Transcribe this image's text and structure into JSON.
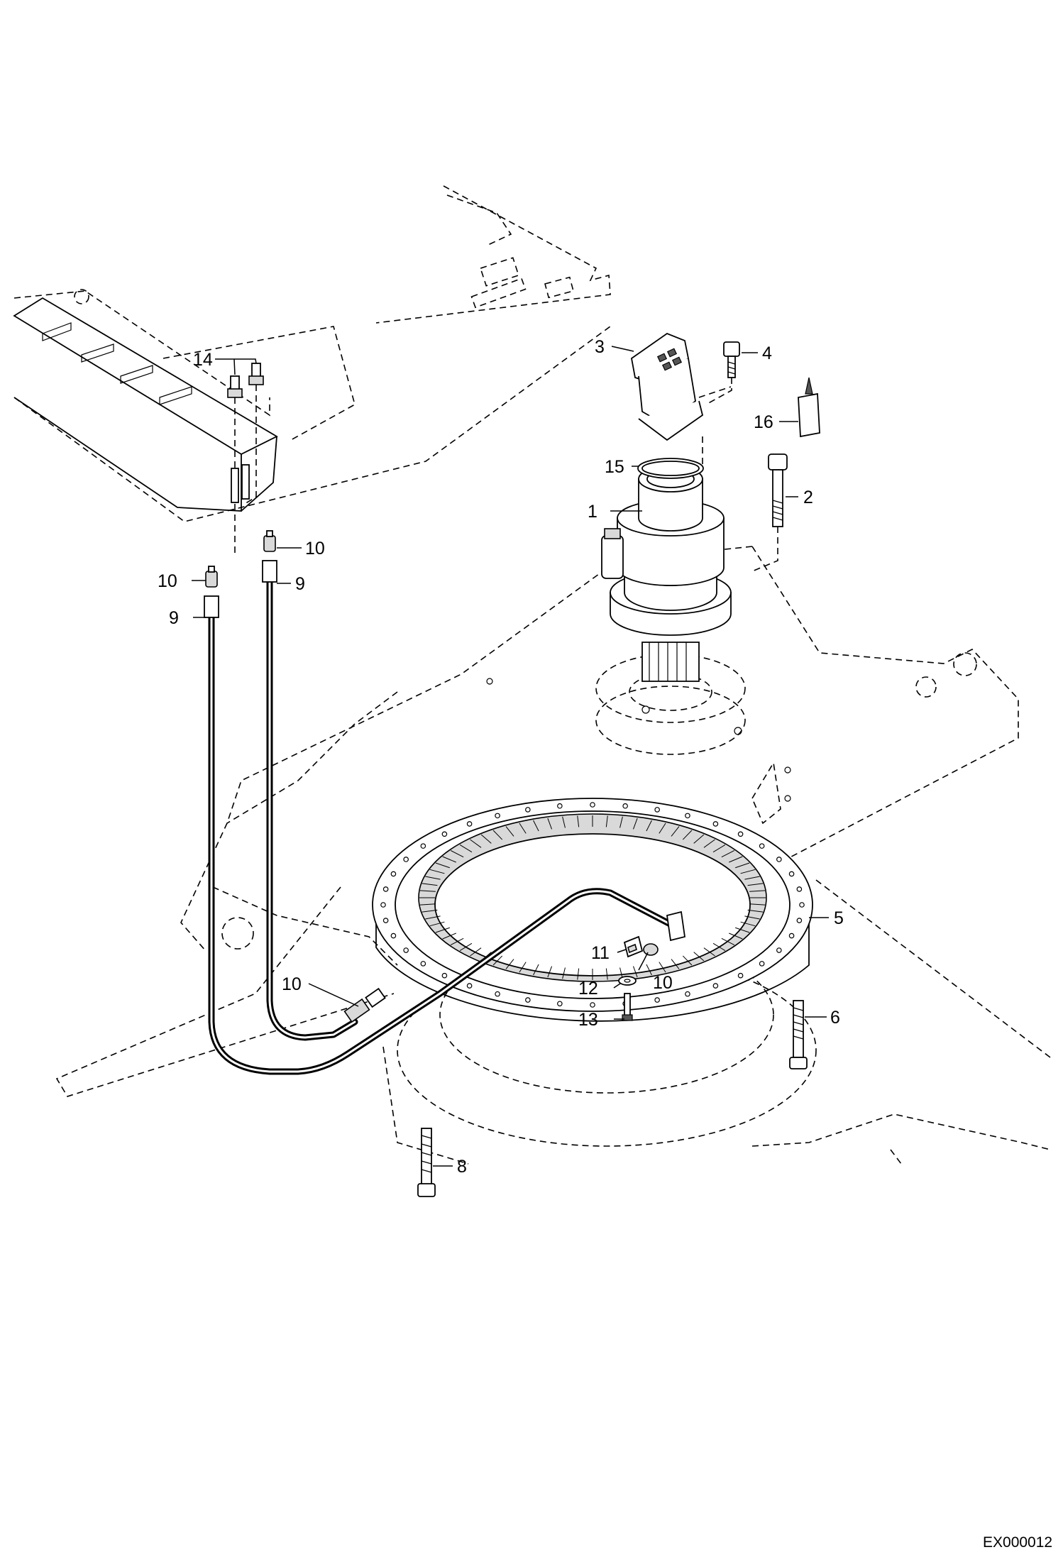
{
  "diagram": {
    "drawing_id": "EX000012",
    "callouts": [
      {
        "id": "c1",
        "label": "1"
      },
      {
        "id": "c2",
        "label": "2"
      },
      {
        "id": "c3",
        "label": "3"
      },
      {
        "id": "c4",
        "label": "4"
      },
      {
        "id": "c5",
        "label": "5"
      },
      {
        "id": "c6",
        "label": "6"
      },
      {
        "id": "c8",
        "label": "8"
      },
      {
        "id": "c9a",
        "label": "9"
      },
      {
        "id": "c9b",
        "label": "9"
      },
      {
        "id": "c10a",
        "label": "10"
      },
      {
        "id": "c10b",
        "label": "10"
      },
      {
        "id": "c10c",
        "label": "10"
      },
      {
        "id": "c10d",
        "label": "10"
      },
      {
        "id": "c11",
        "label": "11"
      },
      {
        "id": "c12",
        "label": "12"
      },
      {
        "id": "c13",
        "label": "13"
      },
      {
        "id": "c14",
        "label": "14"
      },
      {
        "id": "c15",
        "label": "15"
      },
      {
        "id": "c16",
        "label": "16"
      }
    ]
  }
}
